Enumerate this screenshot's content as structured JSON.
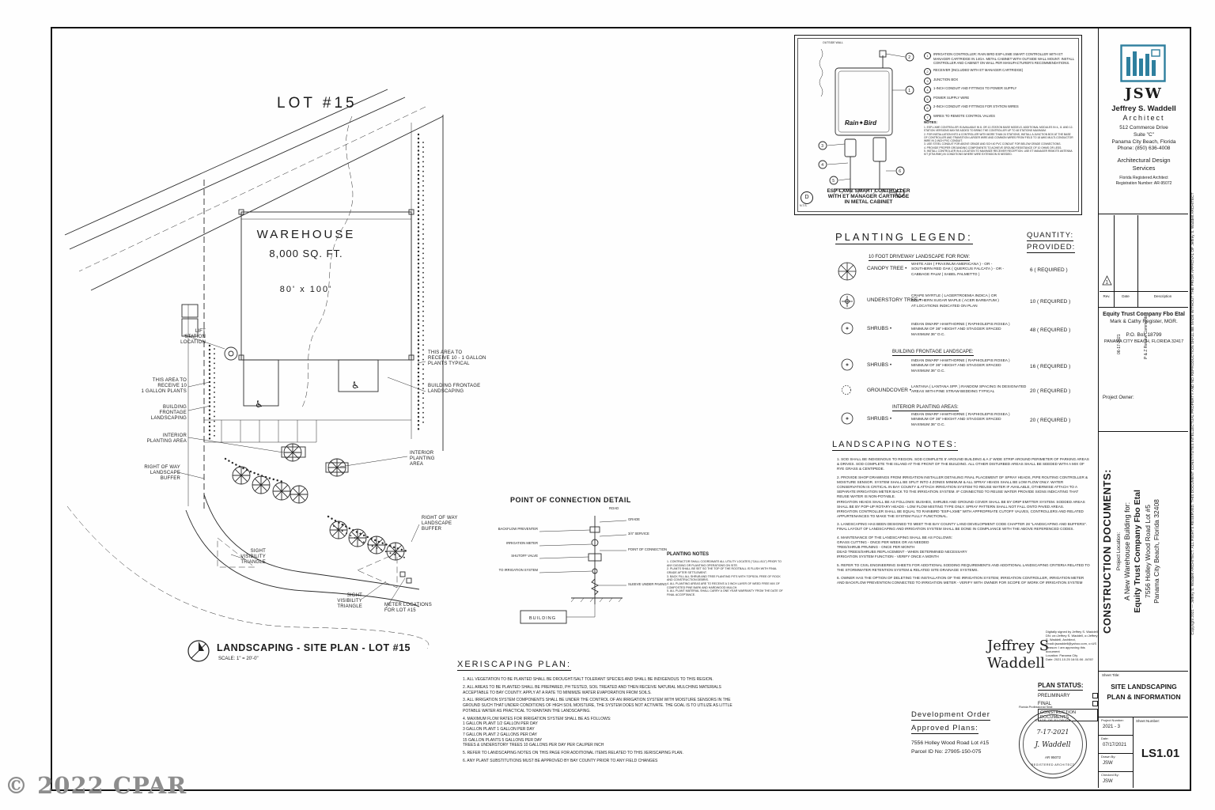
{
  "colors": {
    "brand_teal": "#2e7f9e",
    "line_black": "#1b1b1b",
    "watermark_gray": "#8d8d8d"
  },
  "watermark": "© 2022 CPAR",
  "site_plan": {
    "lot_label": "LOT #15",
    "warehouse_name": "WAREHOUSE",
    "warehouse_area": "8,000 SQ. FT.",
    "warehouse_dims": "80' x 100'",
    "title": "LANDSCAPING - SITE PLAN - LOT #15",
    "scale": "SCALE: 1\" = 20'-0\"",
    "handicap_glyph": "♿",
    "callouts": {
      "lift_station": "LIFT\nSTATION\nLOCATION",
      "receive_plants_right": "THIS AREA TO\nRECEIVE 10 - 1 GALLON\nPLANTS TYPICAL",
      "frontage_right": "BUILDING FRONTAGE\nLANDSCAPING",
      "receive_plants_left": "THIS AREA TO\nRECEIVE 10\n1 GALLON PLANTS",
      "frontage_left": "BUILDING\nFRONTAGE\nLANDSCAPING",
      "interior_left": "INTERIOR\nPLANTING AREA",
      "row_buffer_left": "RIGHT OF WAY\nLANDSCAPE\nBUFFER",
      "interior_mid": "INTERIOR\nPLANTING\nAREA",
      "row_buffer_right": "RIGHT OF WAY\nLANDSCAPE\nBUFFER",
      "sight_left": "SIGHT\nVISIBILITY\nTRIANGLE",
      "sight_right": "SIGHT\nVISIBILITY\nTRIANGLE",
      "meters": "METER LOCATIONS\nFOR LOT #15"
    }
  },
  "poc": {
    "title": "POINT OF CONNECTION DETAIL",
    "building": "BUILDING",
    "labels": {
      "road": "ROAD",
      "grade": "GRADE",
      "service": "3/4\" SERVICE",
      "point": "POINT OF CONNECTION",
      "sleeve": "SLEEVE UNDER PAVING",
      "backflow": "BACKFLOW PREVENTER",
      "meter": "IRRIGATION METER",
      "shutoff": "SHUTOFF VALVE",
      "to_irrigation": "TO IRRIGATION SYSTEM"
    }
  },
  "planting_notes": {
    "title": "PLANTING NOTES",
    "body": "1.  CONTRACTOR SHALL COORDINATE ALL UTILITY LOCATES (\"CALL 811\") PRIOR TO ANY DIGGING OR PLANTING OPERATIONS ON SITE.\n2.  PLANTS SHALL BE SET SO THE TOP OF THE ROOTBALL IS FLUSH WITH FINAL GRADE AFTER SETTLEMENT.\n3.  BACK FILL ALL SHRUB AND TREE PLANTING PITS WITH TOPSOIL FREE OF ROCK AND CONSTRUCTION DEBRIS.\n4.  ALL PLANTING AREAS ARE TO RECEIVE A 3 INCH LAYER OF WEED FREE MIX OF COMPOSTED PINE BARK AND HARDWOOD MULCH.\n5.  ALL PLANT MATERIAL SHALL CARRY A ONE YEAR WARRANTY FROM THE DATE OF FINAL ACCEPTANCE."
  },
  "controller": {
    "outside_wall": "OUTSIDE WALL",
    "brand": "Rain✦Bird",
    "caption1": "ESP-LXME SMART CONTROLLER",
    "caption2": "WITH ET MANAGER CARTRIDGE",
    "caption3": "IN METAL CABINET",
    "detail_letter": "D",
    "nts": "N.T.S.",
    "items": [
      {
        "num": "1",
        "text": "IRRIGATION CONTROLLER: RAIN BIRD ESP-LXME SMART CONTROLLER WITH ET MANAGER CARTRIDGE IN 14GA. METAL CABINET WITH OUTSIDE WALL MOUNT. INSTALL CONTROLLER AND CABINET ON WALL PER MANUFACTURER'S RECOMMENDATIONS."
      },
      {
        "num": "2",
        "text": "RECEIVER (INCLUDED WITH ET MANAGER CARTRIDGE)"
      },
      {
        "num": "3",
        "text": "JUNCTION BOX"
      },
      {
        "num": "4",
        "text": "1-INCH CONDUIT AND FITTINGS TO POWER SUPPLY"
      },
      {
        "num": "5",
        "text": "POWER SUPPLY WIRE"
      },
      {
        "num": "6",
        "text": "2-INCH CONDUIT AND FITTINGS FOR STATION WIRES"
      },
      {
        "num": "7",
        "text": "WIRES TO REMOTE CONTROL VALVES"
      }
    ],
    "notes_title": "NOTES:",
    "notes_body": "1.  ESP-LXME CONTROLLER IS AVAILABLE IN 8- OR 12-STATION BASE MODELS. ADDITIONAL MODULES IN 4-, 8- AND 12-STATION VERSIONS MAY BE ADDED TO BRING THE CONTROLLER UP TO 48 STATIONS MAXIMUM.\n2.  FOR INSTALLATION INTO A CONTROLLER WITH MORE THAN 24 STATIONS, INSTALL A JUNCTION BOX AT THE BASE OF CONTROLLER AND TRANSITION LARGER WIRE AND COMMON WIRES FROM FIELD TO 18 AWG MULTI-CONDUCTOR WIRE IN 2-INCH PVC CONDUIT.\n3.  USE STEEL CONDUIT FOR ABOVE GRADE AND SCH 40 PVC CONDUIT FOR BELOW GRADE CONNECTIONS.\n4.  PROVIDE PROPER GROUNDING COMPONENTS TO ACHIEVE GROUND RESISTANCE OF 10 OHMS OR LESS.\n5.  INSTALL CONTROLLER IN A LOCATION TO MAXIMIZE RECEIVER RECEPTION. USE ET MANAGER REMOTE ANTENNA KIT (ETM-RMK) IN CONDITIONS WHERE WIRE EXTENSION IS NEEDED."
  },
  "legend": {
    "title": "PLANTING LEGEND:",
    "qty_line1": "QUANTITY:",
    "qty_line2": "PROVIDED:",
    "sub1": "10 FOOT DRIVEWAY LANDSCAPE FOR ROW:",
    "sub2": "BUILDING FRONTAGE LANDSCAPE:",
    "sub3": "INTERIOR PLANTING AREAS:",
    "entries": [
      {
        "name": "CANOPY TREE •",
        "desc": "WHITE ASH ( FRAXINUM AMERICANA ) - OR -\nSOUTHERN RED OAK ( QUERCUS FALCATA ) - OR -\nCABBAGE PALM ( SABEL PALMETTO )",
        "qty": "6 ( REQUIRED )"
      },
      {
        "name": "UNDERSTORY TREE •",
        "desc": "CRAPE MYRTLE ( LAGERTROEMIA INDICA ) OR\nSOUTHERN SUGAR MAPLE ( ACER BARBATUM )\nAT LOCATIONS INDICATED ON PLAN",
        "qty": "10 ( REQUIRED )"
      },
      {
        "name": "SHRUBS •",
        "desc": "INDIAN DWARF HAWTHORNE ( RAPHIOLEPIS ROSEA )\nMINIMUM OF 36\" HEIGHT AND STAGGER SPACED\nMAXIMUM 36\" O.C.",
        "qty": "48 ( REQUIRED )"
      },
      {
        "name": "SHRUBS •",
        "desc": "INDIAN DWARF HAWTHORNE ( RAPHIOLEPIS ROSEA )\nMINIMUM OF 36\" HEIGHT AND STAGGER SPACED\nMAXIMUM 36\" O.C.",
        "qty": "16 ( REQUIRED )"
      },
      {
        "name": "GROUNDCOVER •",
        "desc": "LANTANA ( LANTANA SPP. ) RANDOM SPACING IN DESIGNATED\nAREAS WITH PINE STRAW BEDDING TYPICAL",
        "qty": "20 ( REQUIRED )"
      },
      {
        "name": "SHRUBS •",
        "desc": "INDIAN DWARF HAWTHORNE ( RAPHIOLEPIS ROSEA )\nMINIMUM OF 36\" HEIGHT AND STAGGER SPACED\nMAXIMUM 36\" O.C.",
        "qty": "20 ( REQUIRED )"
      }
    ]
  },
  "landscaping_notes": {
    "title": "LANDSCAPING NOTES:",
    "items": [
      "1.  SOD SHALL BE INDIGENOUS TO REGION. SOD COMPLETE 5' AROUND BUILDING & A 2' WIDE STRIP AROUND PERIMETER OF PARKING AREAS & DRIVES. SOD COMPLETE THE ISLAND AT THE FRONT OF THE BUILDING. ALL OTHER DISTURBED AREAS SHALL BE SEEDED WITH A MIX OF RYE GRASS & CENTIPEDE.",
      "2.  PROVIDE SHOP DRAWINGS FROM IRRIGATION INSTALLER DETAILING FINAL PLACEMENT OF SPRAY HEADS, PIPE ROUTING CONTROLLER & MOISTURE SENSOR. SYSTEM SHALL BE SPLIT INTO 4 ZONES MINIMUM & ALL SPRAY HEADS SHALL BE LOW FLOW ONLY. WATER CONSERVATION IS CRITICAL IN BAY COUNTY & ATTACH IRRIGATION SYSTEM TO REUSE WATER IF AVAILABLE, OTHERWISE ATTACH TO A SEPARATE IRRIGATION METER BACK TO THE IRRIGATION SYSTEM. IF CONNECTED TO REUSE WATER PROVIDE SIGNS INDICATING THAT REUSE WATER IS NON-POTABLE.\nIRRIGATION HEADS SHALL BE AS FOLLOWS: BUSHES, SHRUBS AND GROUND COVER SHALL BE BY DRIP EMITTER SYSTEM. SODDED AREAS SHALL BE BY POP-UP ROTARY HEADS - LOW FLOW MISTING TYPE ONLY. SPRAY PATTERN SHALL NOT FALL ONTO PAVED AREAS.\nIRRIGATION CONTROLLER SHALL BE EQUAL TO RAINBIRD \"ESP-LXME\" WITH APPROPRIATE CUTOFF VALVES, CONTROLLERS AND RELATED APPURTENANCES TO MAKE THE SYSTEM FULLY FUNCTIONAL.",
      "3.  LANDSCAPING HAS BEEN DESIGNED TO MEET THE BAY COUNTY LAND DEVELOPMENT CODE CHAPTER 28  \"LANDSCAPING AND BUFFERS\". FINAL LAYOUT OF LANDSCAPING AND IRRIGATION SYSTEM SHALL BE DONE IN COMPLIANCE WITH THE ABOVE REFERENCED CODES.",
      "4.  MAINTENANCE OF THE LANDSCAPING SHALL BE AS FOLLOWS:\nGRASS CUTTING - ONCE PER WEEK OR AS NEEDED\nTREE/SHRUB PRUNING - ONCE PER MONTH\nDEAD TREES/SHRUBS REPLACEMENT - WHEN DETERMINED NECESSARY\nIRRIGATION SYSTEM FUNCTION - VERIFY ONCE A MONTH",
      "5.  REFER TO CIVIL ENGINEERING SHEETS FOR ADDITIONAL SODDING REQUIREMENTS AND ADDITIONAL LANDSCAPING CRITERIA RELATED TO THE STORMWATER RETENTION SYSTEM & RELATED SITE DRAINAGE SYSTEMS.",
      "6.  OWNER HAS THE OPTION OF DELETING THE INSTALLATION OF THE IRRIGATION SYSTEM, IRRIGATION CONTROLLER, IRRIGATION METER AND BACKFLOW PREVENTION CONNECTED TO IRRIGATION METER - VERIFY WITH OWNER FOR SCOPE OF WORK OF IRRIGATION SYSTEM"
    ]
  },
  "xeriscaping": {
    "title": "XERISCAPING PLAN:",
    "items": [
      "1.  ALL VEGETATION TO BE PLANTED SHALL BE DROUGHT/SALT TOLERANT SPECIES AND SHALL BE INDIGENOUS TO THIS REGION.",
      "2.  ALL AREAS TO BE PLANTED SHALL BE PREPARED, PH TESTED, SOIL TREATED AND THEN RECEIVE NATURAL MULCHING MATERIALS\nACCEPTABLE TO BAY COUNTY. APPLY AT A RATE TO MINIMIZE WATER EVAPORATION FROM SOILS.",
      "3.  ALL IRRIGATION SYSTEM COMPONENTS SHALL BE UNDER THE CONTROL OF AN IRRIGATION SYSTEM WITH MOISTURE SENSORS IN THE\nGROUND SUCH THAT UNDER CONDITIONS OF HIGH SOIL MOISTURE, THE SYSTEM DOES NOT ACTIVATE. THE GOAL IS TO UTILIZE AS LITTLE\nPOTABLE WATER AS PRACTICAL TO MAINTAIN THE LANDSCAPING.",
      "4.  MAXIMUM FLOW RATES FOR IRRIGATION SYSTEM SHALL BE AS FOLLOWS:\n1 GALLON PLANT 1/2 GALLON PER DAY\n3 GALLON PLANT 1 GALLON PER DAY\n7 GALLON PLANT 2 GALLONS PER DAY\n15 GALLON PLANTS 5 GALLONS PER DAY\nTREES & UNDERSTORY TREES 10 GALLONS PER DAY PER CALIPER INCH",
      "5.  REFER TO LANDSCAPING NOTES ON THIS PAGE FOR ADDITIONAL ITEMS RELATED TO THIS XERISCAPING PLAN.",
      "6.  ANY PLANT SUBSTITUTIONS MUST BE APPROVED BY BAY COUNTY PRIOR TO ANY FIELD CHANGES"
    ]
  },
  "dev_order": {
    "line1": "Development Order",
    "line2": "Approved Plans:",
    "line3": "7556 Holley Wood Road Lot #15",
    "line4": "Parcel ID No: 27905-150-075"
  },
  "plan_status": {
    "title": "PLAN STATUS:",
    "items": [
      {
        "label": "PRELIMINARY"
      },
      {
        "label": "FINAL"
      },
      {
        "label": "CONSTRUCTION DOCUMENTS"
      }
    ]
  },
  "signature": {
    "line1": "Jeffrey S",
    "line2": "Waddell",
    "details": "Digitally signed by Jeffrey S. Waddell\nDN: cn=Jeffrey S. Waddell, o=Jeffrey S. Waddell, Architect, email=jswaddell@yahoo.com, c=US\nReason: I am approving this document\nLocation: Panama City\nDate: 2021.10.25 16:51:06 -04'00'"
  },
  "seal": {
    "label": "Florida Professional Seal:",
    "state": "STATE OF FLORIDA",
    "date": "7-17-2021",
    "name": "J. Waddell",
    "reg": "AR 95072",
    "bottom": "REGISTERED ARCHITECT"
  },
  "firm": {
    "initials": "JSW",
    "name": "Jeffrey S. Waddell",
    "role": "Architect",
    "addr1": "512 Commerce Drive",
    "addr2": "Suite \"C\"",
    "addr3": "Panama City Beach, Florida",
    "addr4": "Phone: (850) 636-4008",
    "serv1": "Architectural Design",
    "serv2": "Services",
    "reg1": "Florida Registered Architect",
    "reg2": "Registration Number:  AR-95072"
  },
  "revs": {
    "h_rev": "Rev.",
    "h_date": "Date",
    "h_desc": "Description",
    "r1_rev": "1",
    "r1_date": "06-17-2021",
    "r1_desc": "P & Z Review Comments"
  },
  "owner": {
    "line1": "Equity Trust Company Fbo Etal",
    "line2": "Mark & Cathy Register, MGR.",
    "line3": "P.O. Box 18799",
    "line4": "PANAMA CITY BEACH, FLORIDA 32417",
    "label": "Project Owner:"
  },
  "project": {
    "heading": "CONSTRUCTION DOCUMENTS:",
    "loc_label": "Project Location:",
    "line1": "A New Warehouse Building for:",
    "line2": "Equity Trust Company Fbo Etal",
    "line3": "7556 Holley Wood Road Lot #5",
    "line4": "Panama City Beach, Florida 32408"
  },
  "sheet": {
    "title_label": "Sheet Title:",
    "title": "SITE  LANDSCAPING\nPLAN  &  INFORMATION",
    "num_label": "Sheet Number:",
    "number": "LS1.01",
    "pn_label": "Project Number:",
    "pn": "2021 - 3",
    "date_label": "Date:",
    "date": "07/17/2021",
    "drawn_label": "Drawn By:",
    "drawn": "JSW",
    "chk_label": "Checked By:",
    "chk": "JSW"
  },
  "copyright": "Copyright 2021 — Jeffrey S. Waddell ARCHITECT. ALL RIGHTS RESERVED. THIS DOCUMENT CONSTITUTES INTELLECTUAL PROPERTY AND NO REPRODUCTION SHALL BE MADE WITHOUT THE PRIOR APPROVAL OF Jeffrey S. Waddell ARCHITECT"
}
